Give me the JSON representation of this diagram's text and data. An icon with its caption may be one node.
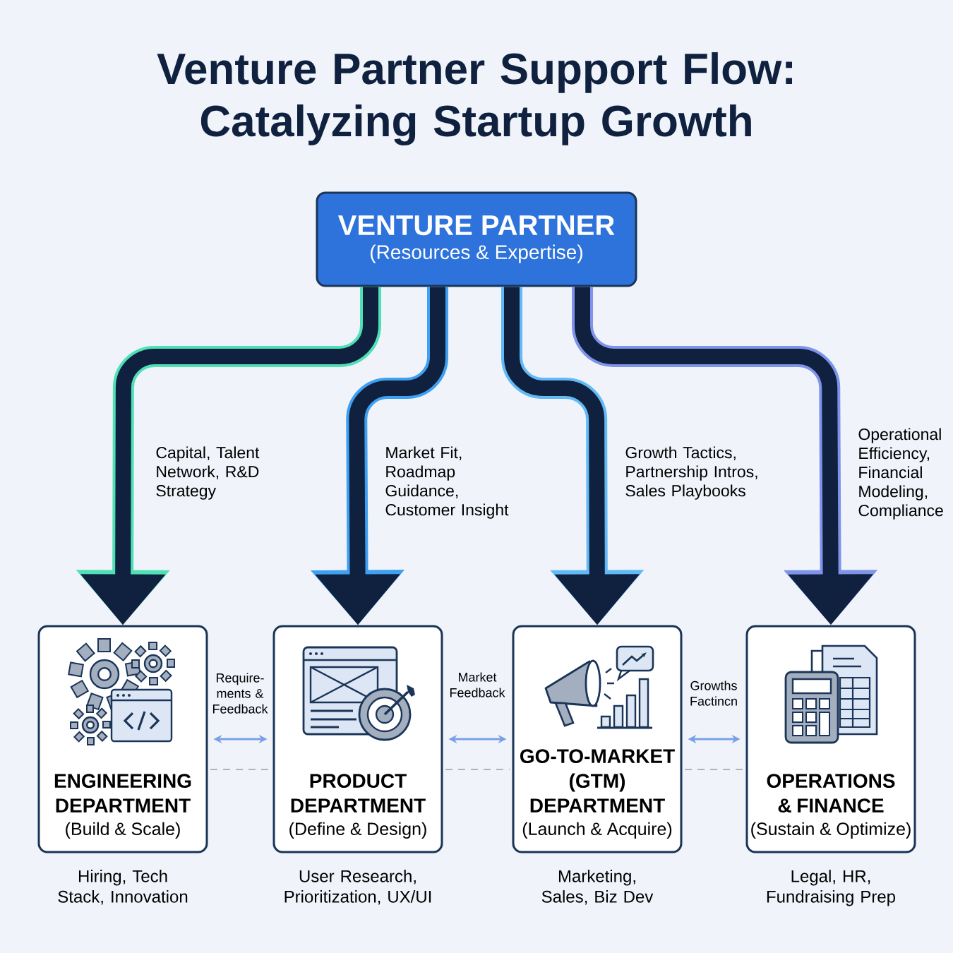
{
  "diagram": {
    "title": "Venture Partner Support Flow: Catalyzing Startup Growth",
    "nodes": [
      {
        "text": [
          "VENTURE PARTNER",
          "(Resources & Expertise)"
        ]
      },
      {
        "text": [
          "ENGINEERING DEPARTMENT",
          "(Build & Scale)"
        ],
        "beside": [
          "Hiring, Tech Stack, Innovation"
        ]
      },
      {
        "text": [
          "PRODUCT DEPARTMENT",
          "(Define & Design)"
        ],
        "beside": [
          "User Research, Prioritization, UX/UI"
        ]
      },
      {
        "text": [
          "GO-TO-MARKET (GTM) DEPARTMENT",
          "(Launch & Acquire)"
        ],
        "beside": [
          "Marketing, Sales, Biz Dev"
        ]
      },
      {
        "text": [
          "OPERATIONS & FINANCE",
          "(Sustain & Optimize)"
        ],
        "beside": [
          "Legal, HR, Fundraising Prep"
        ]
      }
    ],
    "edges": [
      {
        "from": 0,
        "to": 1,
        "arrow": "to",
        "label": "Capital, Talent Network, R&D Strategy"
      },
      {
        "from": 0,
        "to": 2,
        "arrow": "to",
        "label": "Market Fit, Roadmap Guidance, Customer Insight"
      },
      {
        "from": 0,
        "to": 3,
        "arrow": "to",
        "label": "Growth Tactics, Partnership Intros, Sales Playbooks"
      },
      {
        "from": 0,
        "to": 4,
        "arrow": "to",
        "label": "Operational Efficiency, Financial Modeling, Compliance"
      },
      {
        "from": 1,
        "to": 2,
        "arrow": "both",
        "label": "Require- ments & Feedback",
        "color": "#7aa0e6"
      },
      {
        "from": 2,
        "to": 3,
        "arrow": "both",
        "label": "Market Feedback",
        "color": "#7aa0e6"
      },
      {
        "from": 3,
        "to": 4,
        "arrow": "both",
        "label": "Growths Factincn",
        "color": "#7aa0e6"
      }
    ]
  }
}
